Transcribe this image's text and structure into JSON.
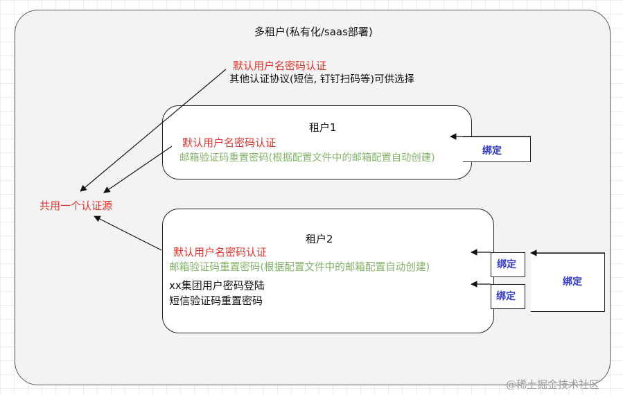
{
  "outer": {
    "title": "多租户(私有化/saas部署)"
  },
  "top_note": {
    "line1": "默认用户名密码认证",
    "line2": "其他认证协议(短信, 钉钉扫码等)可供选择"
  },
  "shared_source": "共用一个认证源",
  "tenant1": {
    "title": "租户1",
    "line1": "默认用户名密码认证",
    "line2": "邮箱验证码重置密码(根据配置文件中的邮箱配置自动创建)"
  },
  "tenant2": {
    "title": "租户2",
    "line1": "默认用户名密码认证",
    "line2": "邮箱验证码重置密码(根据配置文件中的邮箱配置自动创建)",
    "line3": "xx集团用户密码登陆",
    "line4": "短信验证码重置密码"
  },
  "bind_labels": [
    "绑定",
    "绑定",
    "绑定",
    "绑定"
  ],
  "watermark": "@稀土掘金技术社区",
  "colors": {
    "red": "#e0342c",
    "green": "#82b366",
    "bind": "#2f35c9"
  }
}
